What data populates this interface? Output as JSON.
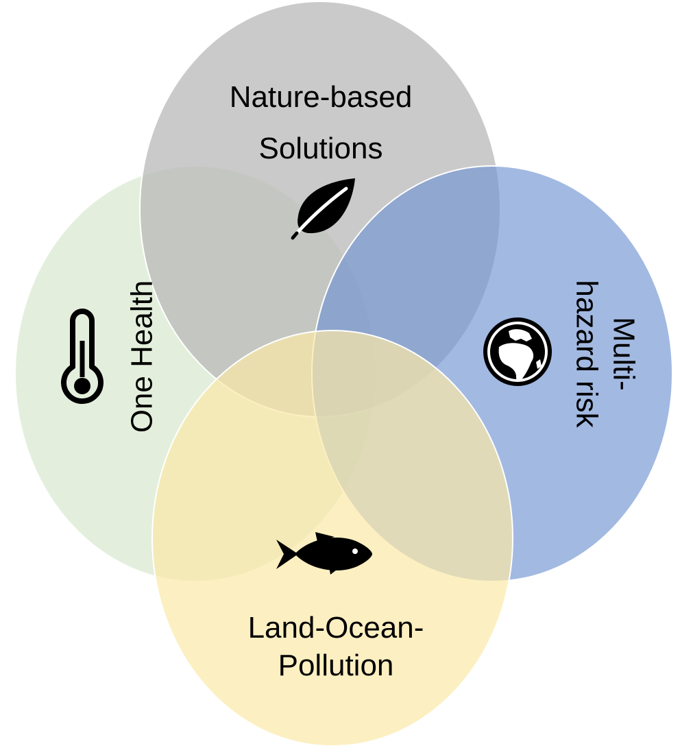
{
  "diagram": {
    "circles": {
      "nature": {
        "line1": "Nature-based",
        "line2": "Solutions",
        "icon": "leaf-icon",
        "color": "#c0c0c0"
      },
      "health": {
        "line1": "One Health",
        "icon": "thermometer-icon",
        "color": "#dcebd3"
      },
      "hazard": {
        "line1": "Multi-",
        "line2": "hazard risk",
        "icon": "globe-africa-icon",
        "color": "#7f9fd6"
      },
      "pollution": {
        "line1": "Land-Ocean-",
        "line2": "Pollution",
        "icon": "fish-icon",
        "color": "#fbe8a6"
      }
    }
  }
}
